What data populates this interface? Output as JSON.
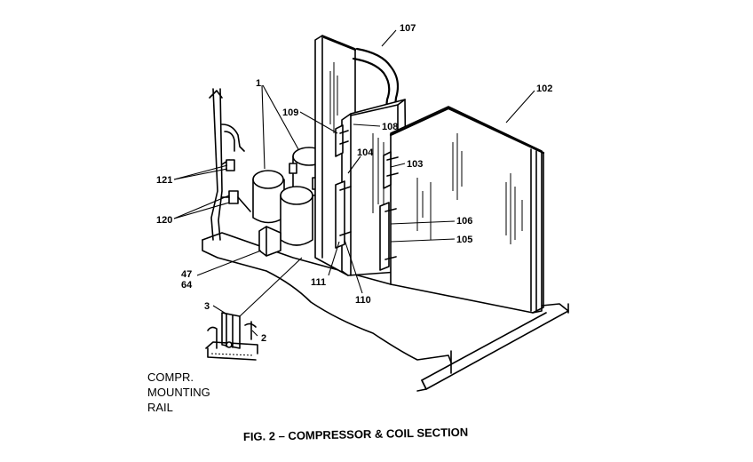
{
  "caption": "FIG. 2 – COMPRESSOR & COIL SECTION",
  "labels": {
    "l107": "107",
    "l102": "102",
    "l1": "1",
    "l109": "109",
    "l108": "108",
    "l104": "104",
    "l103": "103",
    "l121": "121",
    "l120": "120",
    "l106": "106",
    "l105": "105",
    "l47": "47",
    "l64": "64",
    "l111": "111",
    "l110": "110",
    "l3": "3",
    "l2": "2",
    "rail_line1": "COMPR.",
    "rail_line2": "MOUNTING",
    "rail_line3": "RAIL"
  }
}
